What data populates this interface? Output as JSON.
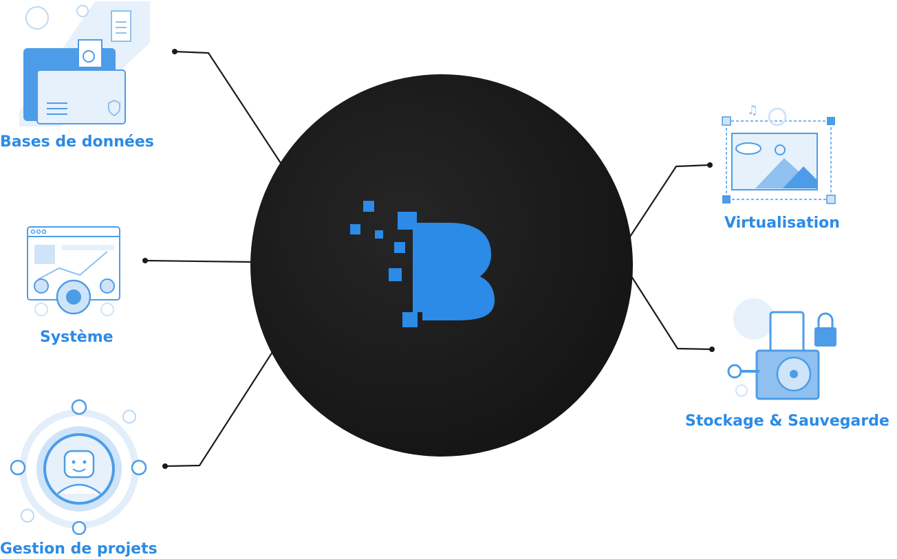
{
  "hub": {
    "logo_letter": "B"
  },
  "nodes": [
    {
      "id": "bases",
      "label": "Bases de données",
      "icon": "database-folder-icon"
    },
    {
      "id": "systeme",
      "label": "Système",
      "icon": "system-gears-icon"
    },
    {
      "id": "gestion",
      "label": "Gestion de projets",
      "icon": "project-management-icon"
    },
    {
      "id": "virt",
      "label": "Virtualisation",
      "icon": "virtualization-screen-icon"
    },
    {
      "id": "stockage",
      "label": "Stockage & Sauvegarde",
      "icon": "storage-safe-icon"
    }
  ],
  "colors": {
    "accent": "#2b8be6",
    "hub": "#1a1a1a",
    "connector": "#1a1a1a",
    "icon_light": "#cfe4f8",
    "icon_mid": "#8fc0ef"
  }
}
